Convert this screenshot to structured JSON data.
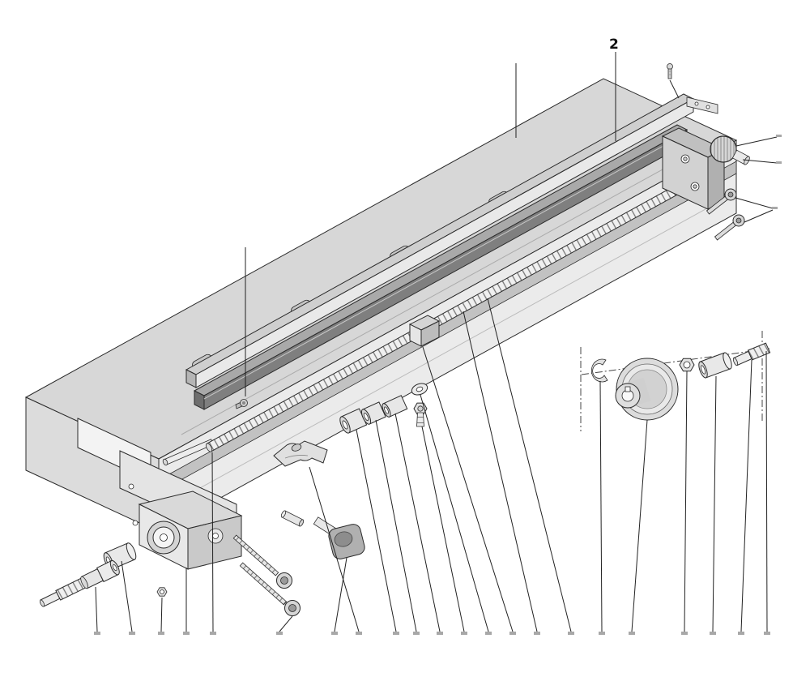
{
  "figure": {
    "type": "exploded-parts-diagram",
    "callouts": {
      "2": "2"
    },
    "colors": {
      "line": "#1a1a1a",
      "background": "#ffffff",
      "metal_light": "#ececec",
      "metal_mid": "#d7d7d7",
      "metal_dark": "#8a8a8a"
    },
    "parts": [
      "machine-bed",
      "cover-rail",
      "rack-strip",
      "leadscrew",
      "leadscrew-nut-block",
      "bearing-block",
      "knurled-knob",
      "set-screw",
      "cap-screws",
      "handwheel-pulley",
      "retaining-ring",
      "hex-nut",
      "shaft-bushing",
      "threaded-stud",
      "thrust-washer",
      "hex-bolt",
      "spacer-bushings",
      "halfnut-clamp",
      "locking-knob",
      "guide-pin",
      "end-plate",
      "apron-block",
      "flanged-bushing",
      "drive-shaft",
      "lock-nut",
      "socket-head-screws",
      "feed-rod"
    ]
  }
}
